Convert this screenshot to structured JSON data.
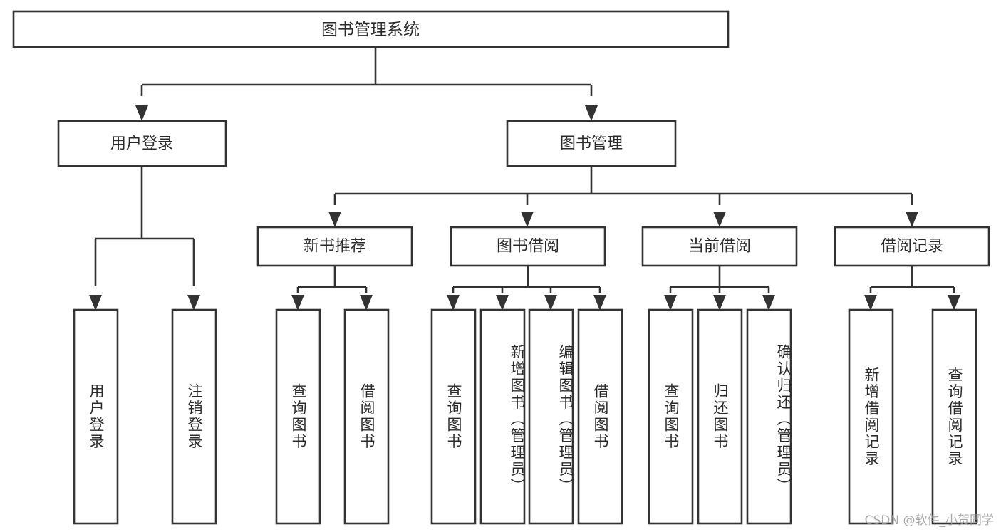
{
  "diagram": {
    "title": "图书管理系统",
    "watermark": "CSDN @软件_小贺同学",
    "colors": {
      "stroke": "#333333",
      "text": "#2b2b2b",
      "background": "#ffffff",
      "watermark": "#9a9a9a"
    },
    "root": {
      "label": "图书管理系统"
    },
    "level2": [
      {
        "label": "用户登录"
      },
      {
        "label": "图书管理"
      }
    ],
    "level3": [
      {
        "label": "新书推荐"
      },
      {
        "label": "图书借阅"
      },
      {
        "label": "当前借阅"
      },
      {
        "label": "借阅记录"
      }
    ],
    "leaves": {
      "user_login": [
        {
          "label": "用户登录"
        },
        {
          "label": "注销登录"
        }
      ],
      "new_book_recommend": [
        {
          "label": "查询图书"
        },
        {
          "label": "借阅图书"
        }
      ],
      "book_borrow": [
        {
          "label": "查询图书"
        },
        {
          "label": "新增图书（管理员）"
        },
        {
          "label": "编辑图书（管理员）"
        },
        {
          "label": "借阅图书"
        }
      ],
      "current_borrow": [
        {
          "label": "查询图书"
        },
        {
          "label": "归还图书"
        },
        {
          "label": "确认归还（管理员）"
        }
      ],
      "borrow_record": [
        {
          "label": "新增借阅记录"
        },
        {
          "label": "查询借阅记录"
        }
      ]
    }
  }
}
